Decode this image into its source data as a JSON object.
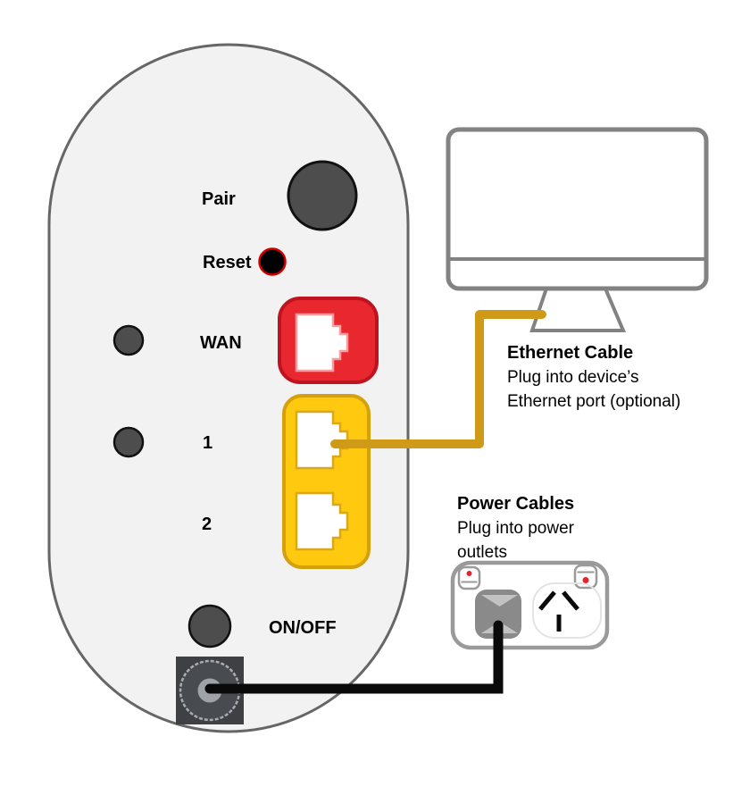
{
  "device": {
    "labels": {
      "pair": "Pair",
      "reset": "Reset",
      "wan": "WAN",
      "port1": "1",
      "port2": "2",
      "power_switch": "ON/OFF"
    }
  },
  "annotations": {
    "ethernet": {
      "title": "Ethernet Cable",
      "line1": "Plug into device’s",
      "line2": "Ethernet port (optional)"
    },
    "power": {
      "title": "Power Cables",
      "line1": "Plug into power",
      "line2": "outlets"
    }
  },
  "colors": {
    "device_fill": "#F2F2F2",
    "device_border": "#666666",
    "button_fill": "#4D4D4D",
    "button_border": "#111111",
    "reset_fill": "#000000",
    "reset_ring": "#CC0000",
    "wan_fill": "#E8282E",
    "wan_border": "#C01320",
    "wan_jack_ring": "#F0A0A4",
    "lan_fill": "#FEC90F",
    "lan_border": "#D5A00E",
    "lan_jack_ring": "#DAA81C",
    "ethernet_cable": "#CE9A18",
    "power_cable": "#0A0A0A",
    "monitor_border": "#828282",
    "outlet_border": "#9A9A9A",
    "plug_fill": "#8A8A8A",
    "plug_facet": "#C2C2C2",
    "indicator_red": "#E8222A",
    "jack_square": "#3E4044",
    "jack_ring": "#A9ADB2",
    "jack_mid": "#484C51",
    "jack_pin": "#9FA3A8"
  }
}
